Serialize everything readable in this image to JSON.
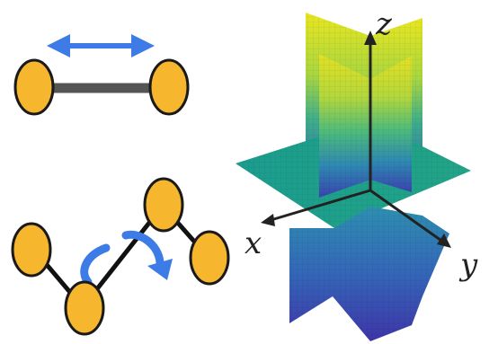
{
  "colors": {
    "atom_fill": "#F6B62E",
    "atom_stroke": "#1a1a1a",
    "bond": "#555555",
    "bond_chain": "#111111",
    "arrow": "#3D7BE6",
    "axis": "#222222",
    "plane_horizontal": "#1FA08C",
    "plane_top": "#E8E620",
    "plane_mid": "#4FBF78",
    "plane_bottom": "#3B3FB0"
  },
  "icons": {
    "stretch": "double-headed-arrow-icon",
    "rotation": "curved-rotation-arrow-icon"
  },
  "axes": {
    "x": "x",
    "y": "y",
    "z": "z"
  }
}
